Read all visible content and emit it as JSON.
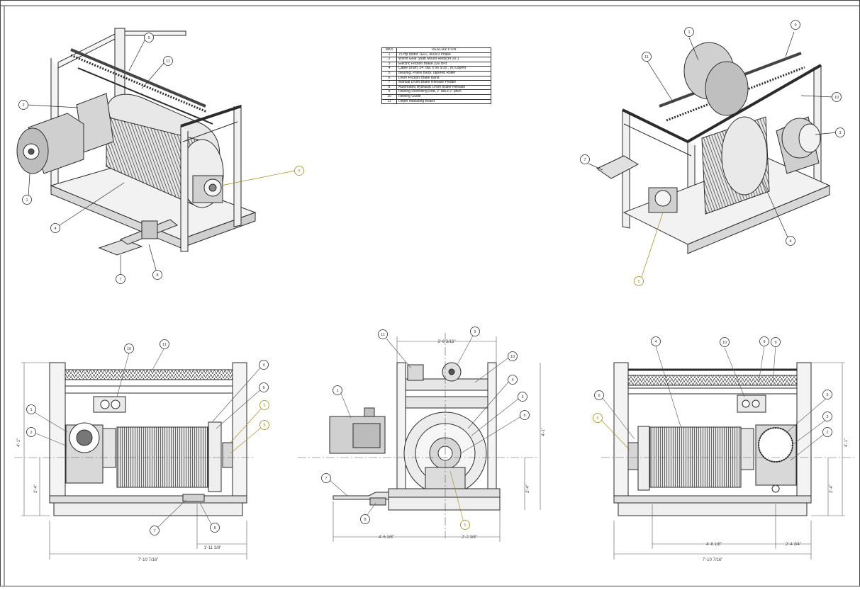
{
  "bom": {
    "headers": [
      "MK#",
      "DESCRIPTION"
    ],
    "rows": [
      {
        "mk": "1",
        "desc": "75 Hp Motor TEFC 460v/3 Phase"
      },
      {
        "mk": "2",
        "desc": "Worm Gear Shaft Mount Reducer 25:1"
      },
      {
        "mk": "3",
        "desc": "Electric Friction Brake 330 lb-ft"
      },
      {
        "mk": "4",
        "desc": "Cable Drum,  24\" dia. x 56 5/16\",  (6) Layers"
      },
      {
        "mk": "5",
        "desc": "Bearing, Pillow Block Tapered Roller"
      },
      {
        "mk": "6",
        "desc": "Drum Friction Brake Band"
      },
      {
        "mk": "7",
        "desc": "Manual Drum Brake Release Peddle"
      },
      {
        "mk": "8",
        "desc": "Automated Hydraulic Drum Brake Release"
      },
      {
        "mk": "9",
        "desc": "Reeling Reversing Rod, 2\" dia.x 2\" pitch"
      },
      {
        "mk": "10",
        "desc": "Reeling Guide"
      },
      {
        "mk": "11",
        "desc": "Depth Indicating Board"
      }
    ]
  },
  "colors": {
    "line": "#2a2a2a",
    "balloon_highlight": "#9c8a1e",
    "frame": "#444444"
  },
  "balloons": {
    "iso_left": [
      "9",
      "11",
      "2",
      "1",
      "4",
      "5",
      "7",
      "8"
    ],
    "iso_right": [
      "1",
      "9",
      "11",
      "10",
      "3",
      "7",
      "4",
      "5"
    ],
    "front_left": [
      "10",
      "11",
      "1",
      "2",
      "4",
      "6",
      "5",
      "5",
      "7",
      "8"
    ],
    "front_mid": [
      "11",
      "9",
      "10",
      "1",
      "4",
      "3",
      "6",
      "7",
      "8",
      "5"
    ],
    "front_right": [
      "4",
      "10",
      "9",
      "9",
      "6",
      "5",
      "3",
      "2",
      "2"
    ]
  },
  "dimensions": {
    "left_width": "7'-10 7/16\"",
    "left_offset": "1'-11 3/8\"",
    "left_height": "4'-1\"",
    "left_axis": "2'-4\"",
    "mid_top": "3'-6 3/16\"",
    "mid_left": "4'-5 3/8\"",
    "mid_right": "2'-2 3/8\"",
    "mid_height": "4'-1\"",
    "mid_axis": "2'-4\"",
    "right_width": "7'-10 7/16\"",
    "right_span": "4'-8 1/8\"",
    "right_offset": "2'-4 3/4\"",
    "right_height": "4'-1\"",
    "right_axis": "2'-4\""
  }
}
